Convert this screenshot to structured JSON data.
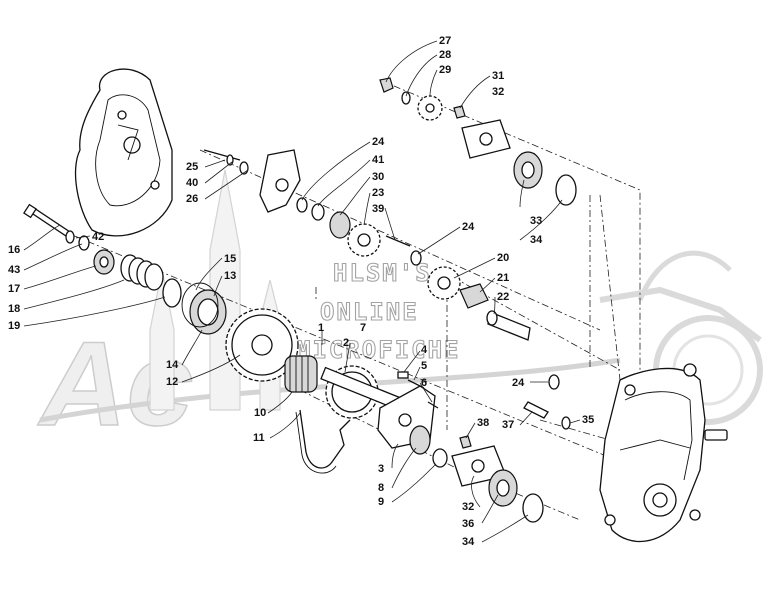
{
  "watermark": {
    "lines": [
      "HLSM'S",
      "ONLINE",
      "MICROFICHE"
    ],
    "logo_text": "Ac"
  },
  "callouts": [
    "1",
    "2",
    "3",
    "4",
    "5",
    "6",
    "7",
    "8",
    "9",
    "10",
    "11",
    "12",
    "13",
    "14",
    "15",
    "16",
    "17",
    "18",
    "19",
    "20",
    "21",
    "22",
    "23",
    "24",
    "24",
    "24",
    "25",
    "26",
    "27",
    "28",
    "29",
    "30",
    "31",
    "32",
    "32",
    "33",
    "34",
    "34",
    "35",
    "36",
    "37",
    "38",
    "39",
    "40",
    "41",
    "42",
    "43"
  ],
  "colors": {
    "ink": "#111111",
    "watermark": "#9a9a9a",
    "background": "#ffffff"
  }
}
